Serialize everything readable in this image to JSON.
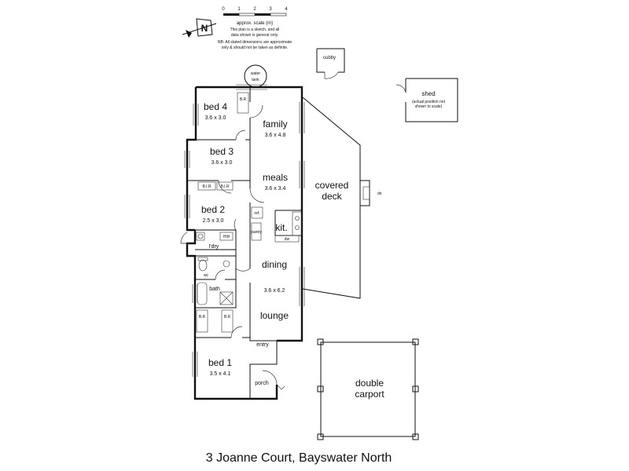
{
  "scale": {
    "ticks": [
      "0",
      "1",
      "2",
      "3",
      "4"
    ],
    "label": "approx. scale (m)",
    "note1": "This plan is a sketch, and all",
    "note2": "data shown is general only.",
    "note3": "NB: All stated dimensions are approximate",
    "note4": "only & should not be taken as definite."
  },
  "north": "N",
  "rooms": {
    "bed4": {
      "name": "bed 4",
      "dims": "3.6 x 3.0"
    },
    "bed3": {
      "name": "bed 3",
      "dims": "3.6 x 3.0"
    },
    "bed2": {
      "name": "bed 2",
      "dims": "2.5 x 3.0"
    },
    "bed1": {
      "name": "bed 1",
      "dims": "3.5 x 4.1"
    },
    "family": {
      "name": "family",
      "dims": "3.6 x 4.8"
    },
    "meals": {
      "name": "meals",
      "dims": "3.6 x 3.4"
    },
    "dining": {
      "name": "dining",
      "dims": "3.6 x 6.2"
    },
    "lounge": {
      "name": "lounge"
    },
    "kit": {
      "name": "kit."
    },
    "ldry": {
      "name": "l'dry"
    },
    "bath": {
      "name": "bath"
    },
    "entry": {
      "name": "entry"
    },
    "porch": {
      "name": "porch"
    }
  },
  "outbuildings": {
    "water_tank": [
      "water",
      "tank"
    ],
    "cubby": "cubby",
    "shed": "shed",
    "shed_note": [
      "(actual position not",
      "shown to scale)"
    ],
    "covered_deck": [
      "covered",
      "deck"
    ],
    "double_carport": [
      "double",
      "carport"
    ]
  },
  "fixtures": {
    "br": "B.R",
    "robe": "B.I.R",
    "ref": "ref.",
    "pantry": "pantry",
    "dw": "dw",
    "wc": "wc",
    "hw": "HW"
  },
  "caption": "3 Joanne Court, Bayswater North"
}
